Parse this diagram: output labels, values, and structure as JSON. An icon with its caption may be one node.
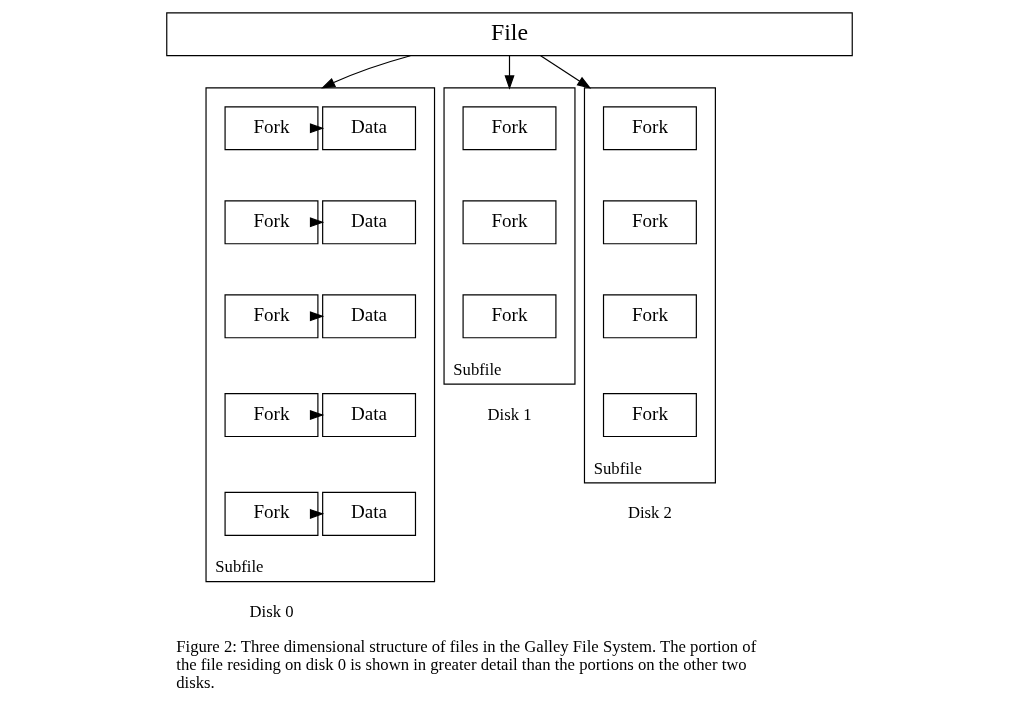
{
  "diagram": {
    "caption": "Figure 2: Three dimensional structure of files in the Galley File System. The portion of the file residing on disk 0 is shown in greater detail than the portions on the other two disks.",
    "nodes": [
      {
        "text": [
          "File"
        ]
      },
      {
        "text": [
          "Subfile"
        ],
        "beside": [
          "Disk 0"
        ]
      },
      {
        "text": [
          "Fork"
        ],
        "in": 1
      },
      {
        "text": [
          "Fork"
        ],
        "in": 1
      },
      {
        "text": [
          "Fork"
        ],
        "in": 1
      },
      {
        "text": [
          "Fork"
        ],
        "in": 1
      },
      {
        "text": [
          "Fork"
        ],
        "in": 1
      },
      {
        "text": [
          "Data"
        ],
        "in": 1
      },
      {
        "text": [
          "Data"
        ],
        "in": 1
      },
      {
        "text": [
          "Data"
        ],
        "in": 1
      },
      {
        "text": [
          "Data"
        ],
        "in": 1
      },
      {
        "text": [
          "Data"
        ],
        "in": 1
      },
      {
        "text": [
          "Subfile"
        ],
        "beside": [
          "Disk 1"
        ]
      },
      {
        "text": [
          "Fork"
        ],
        "in": 12
      },
      {
        "text": [
          "Fork"
        ],
        "in": 12
      },
      {
        "text": [
          "Fork"
        ],
        "in": 12
      },
      {
        "text": [
          "Subfile"
        ],
        "beside": [
          "Disk 2"
        ]
      },
      {
        "text": [
          "Fork"
        ],
        "in": 16
      },
      {
        "text": [
          "Fork"
        ],
        "in": 16
      },
      {
        "text": [
          "Fork"
        ],
        "in": 16
      },
      {
        "text": [
          "Fork"
        ],
        "in": 16
      }
    ],
    "edges": [
      {
        "from": 0,
        "to": 1,
        "arrow": "to"
      },
      {
        "from": 0,
        "to": 12,
        "arrow": "to"
      },
      {
        "from": 0,
        "to": 16,
        "arrow": "to"
      },
      {
        "from": 2,
        "to": 7,
        "arrow": "to"
      },
      {
        "from": 3,
        "to": 8,
        "arrow": "to"
      },
      {
        "from": 4,
        "to": 9,
        "arrow": "to"
      },
      {
        "from": 5,
        "to": 10,
        "arrow": "to"
      },
      {
        "from": 6,
        "to": 11,
        "arrow": "to"
      }
    ]
  }
}
